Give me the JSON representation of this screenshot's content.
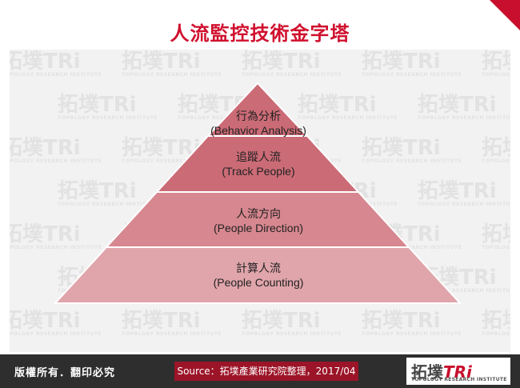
{
  "title": "人流監控技術金字塔",
  "pyramid": {
    "levels": [
      {
        "line1": "行為分析",
        "line2": "(Behavior Analysis)"
      },
      {
        "line1": "追蹤人流",
        "line2": "(Track People)"
      },
      {
        "line1": "人流方向",
        "line2": "(People Direction)"
      },
      {
        "line1": "計算人流",
        "line2": "(People Counting)"
      }
    ],
    "colors": [
      "#cb6b76",
      "#cb6b76",
      "#d7878f",
      "#e0a5ab"
    ]
  },
  "watermark": {
    "text": "拓墣TRi",
    "sub": "TOPOLOGY RESEARCH INSTITUTE"
  },
  "footer": {
    "copyright": "版權所有．翻印必究",
    "source": "Source：拓墣產業研究院整理，2017/04",
    "logo_text": "拓墣",
    "logo_tri": "TRi",
    "logo_sub": "TOPOLOGY RESEARCH INSTITUTE"
  },
  "brand_color": "#c8102e"
}
